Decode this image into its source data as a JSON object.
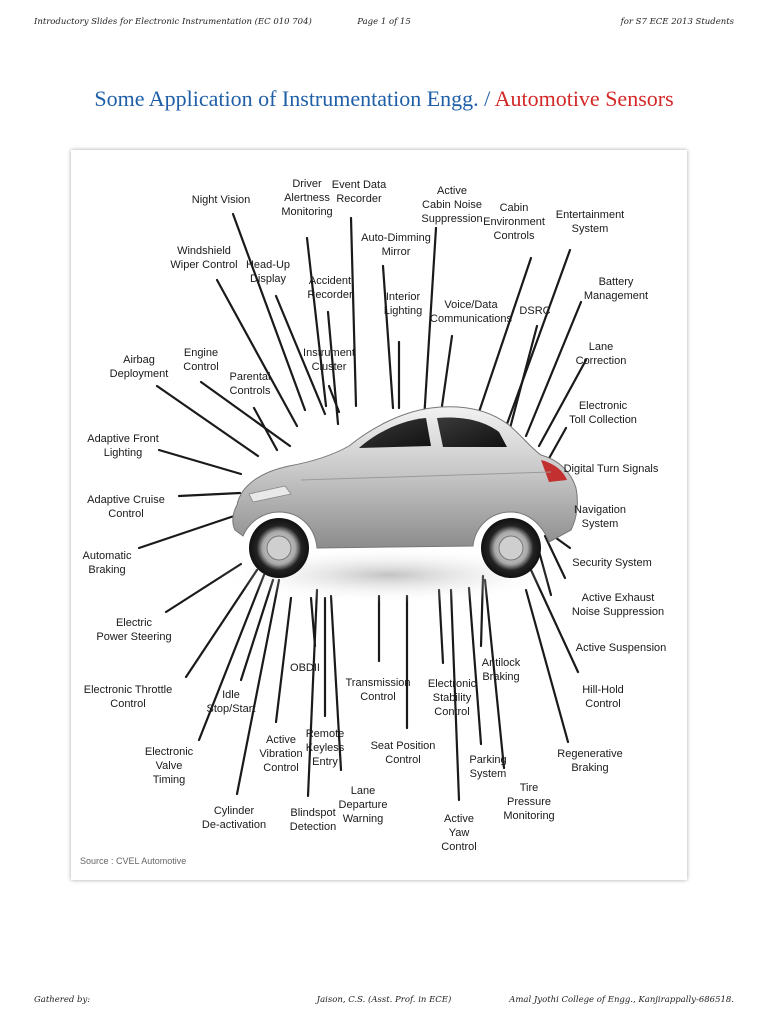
{
  "header": {
    "left": "Introductory Slides for Electronic Instrumentation (EC 010 704)",
    "center": "Page 1 of 15",
    "right": "for S7 ECE 2013 Students"
  },
  "title": {
    "part1": "Some Application of Instrumentation Engg. /",
    "part2": "Automotive Sensors"
  },
  "colors": {
    "title_blue": "#1f5fa8",
    "title_red": "#d42828"
  },
  "figure": {
    "source": "Source : CVEL Automotive",
    "labels": [
      "Night Vision",
      "Driver\nAlertness\nMonitoring",
      "Event Data\nRecorder",
      "Active\nCabin Noise\nSuppression",
      "Cabin\nEnvironment\nControls",
      "Entertainment\nSystem",
      "Windshield\nWiper Control",
      "Head-Up\nDisplay",
      "Accident\nRecorder",
      "Auto-Dimming\nMirror",
      "Battery\nManagement",
      "Interior\nLighting",
      "Voice/Data\nCommunications",
      "DSRC",
      "Engine\nControl",
      "Instrument\nCluster",
      "Lane\nCorrection",
      "Airbag\nDeployment",
      "Parental\nControls",
      "Electronic\nToll Collection",
      "Adaptive Front\nLighting",
      "Digital Turn Signals",
      "Adaptive Cruise\nControl",
      "Navigation\nSystem",
      "Automatic\nBraking",
      "Security System",
      "Active Exhaust\nNoise Suppression",
      "Electric\nPower Steering",
      "Active Suspension",
      "OBDII",
      "Antilock\nBraking",
      "Electronic Throttle\nControl",
      "Transmission\nControl",
      "Electronic\nStability\nControl",
      "Hill-Hold\nControl",
      "Idle\nStop/Start",
      "Remote\nKeyless\nEntry",
      "Active\nVibration\nControl",
      "Seat Position\nControl",
      "Electronic\nValve\nTiming",
      "Parking\nSystem",
      "Regenerative\nBraking",
      "Tire\nPressure\nMonitoring",
      "Lane\nDeparture\nWarning",
      "Cylinder\nDe-activation",
      "Blindspot\nDetection",
      "Active\nYaw\nControl"
    ]
  },
  "footer": {
    "left": "Gathered by:",
    "center": "Jaison, C.S. (Asst. Prof. in ECE)",
    "right": "Amal Jyothi College of Engg., Kanjirappally-686518."
  }
}
